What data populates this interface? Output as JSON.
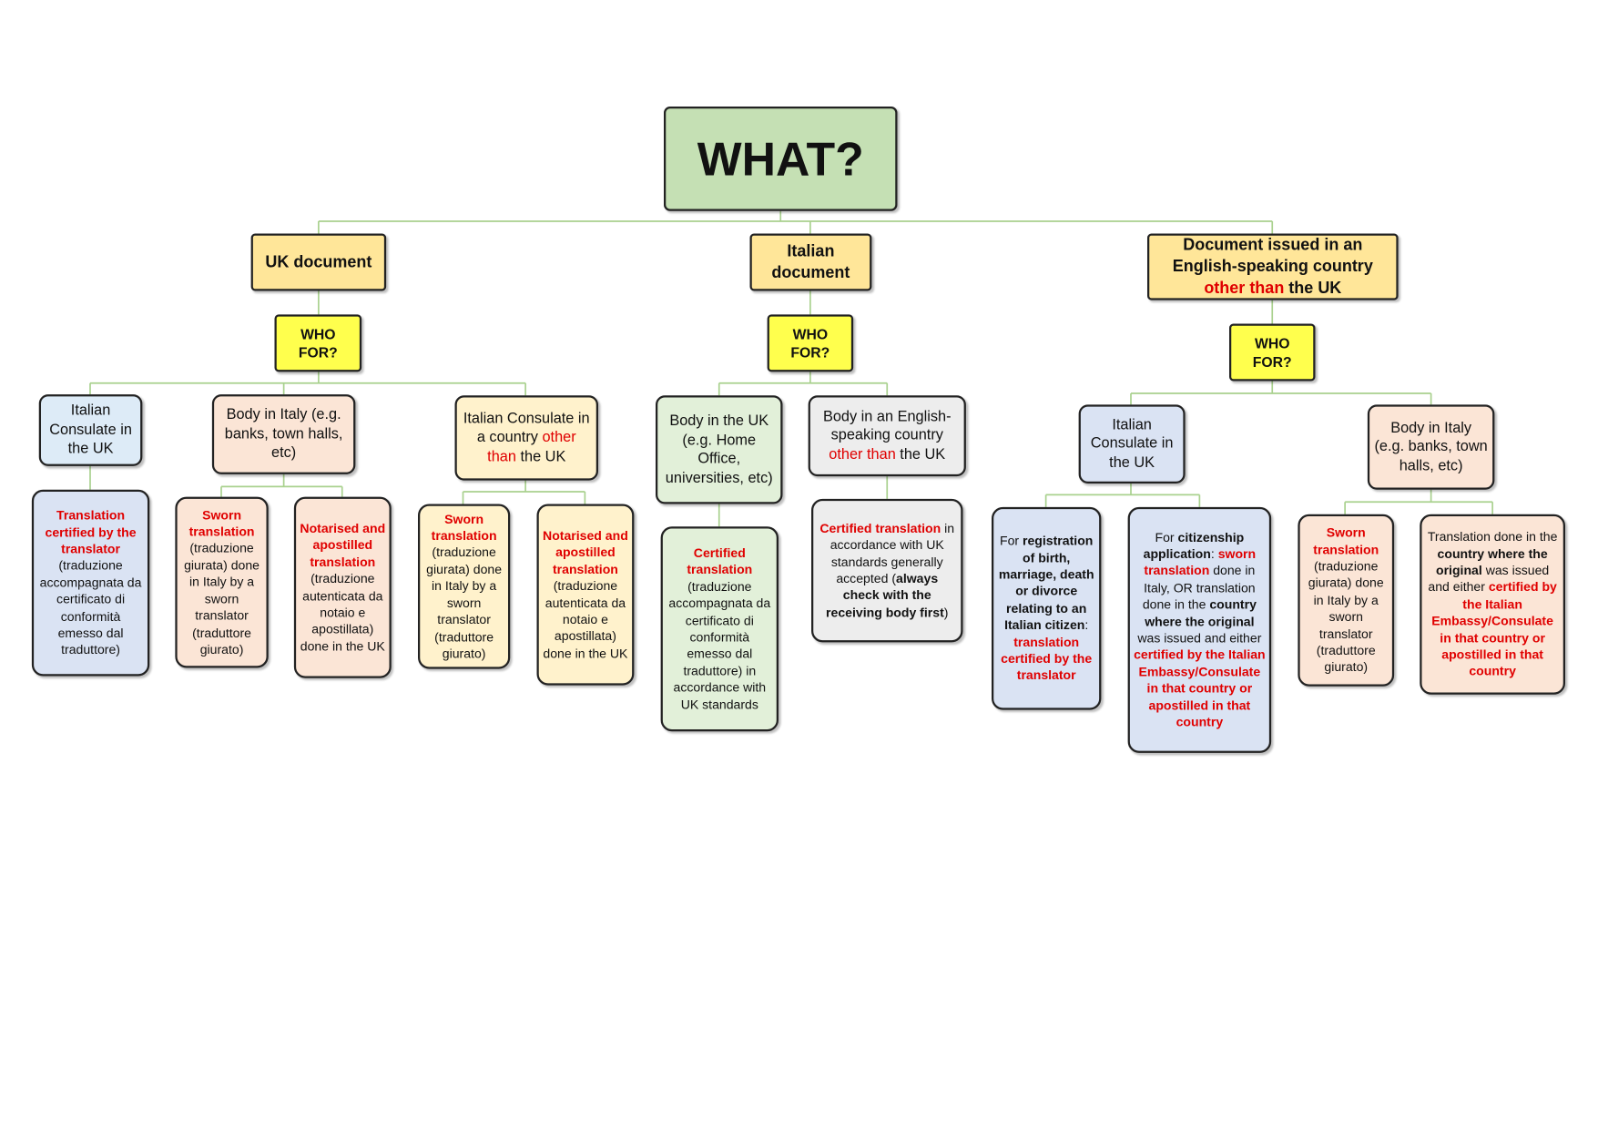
{
  "title": "WHAT?",
  "colors": {
    "connector": "#a9d18e",
    "red": "#e00000",
    "who_for": "#ffff4d"
  },
  "nodes": {
    "uk": [
      {
        "t": "UK document",
        "s": "b"
      }
    ],
    "it": [
      {
        "t": "Italian document",
        "s": "b"
      }
    ],
    "en": [
      {
        "t": "Document issued in an English-speaking country ",
        "s": "b"
      },
      {
        "t": "other than",
        "s": "rb"
      },
      {
        "t": " the UK",
        "s": "b"
      }
    ],
    "w1": [
      {
        "t": "WHO FOR?",
        "s": "b"
      }
    ],
    "w2": [
      {
        "t": "WHO FOR?",
        "s": "b"
      }
    ],
    "w3": [
      {
        "t": "WHO FOR?",
        "s": "b"
      }
    ],
    "a1": [
      {
        "t": "Italian Consulate in the UK",
        "s": "n"
      }
    ],
    "a2": [
      {
        "t": "Body in Italy (e.g. banks, town halls, etc)",
        "s": "n"
      }
    ],
    "a3": [
      {
        "t": "Italian Consulate in a country ",
        "s": "n"
      },
      {
        "t": "other than",
        "s": "r"
      },
      {
        "t": " the UK",
        "s": "n"
      }
    ],
    "b1": [
      {
        "t": "Body in the UK (e.g. Home Office, universities, etc)",
        "s": "n"
      }
    ],
    "b2": [
      {
        "t": "Body in an English-speaking country ",
        "s": "n"
      },
      {
        "t": "other than",
        "s": "r"
      },
      {
        "t": " the UK",
        "s": "n"
      }
    ],
    "c1": [
      {
        "t": "Italian Consulate in the UK",
        "s": "n"
      }
    ],
    "c2": [
      {
        "t": "Body in Italy (e.g. banks, town halls, etc)",
        "s": "n"
      }
    ],
    "l1": [
      {
        "t": "Translation certified by the translator",
        "s": "rb"
      },
      {
        "t": " (traduzione accompagnata da certificato di conformità emesso dal traduttore)",
        "s": "n"
      }
    ],
    "l2": [
      {
        "t": "Sworn translation",
        "s": "rb"
      },
      {
        "t": " (traduzione giurata) done in Italy by a sworn translator (traduttore giurato)",
        "s": "n"
      }
    ],
    "l3": [
      {
        "t": "Notarised and apostilled translation",
        "s": "rb"
      },
      {
        "t": " (traduzione autenticata da notaio e apostillata) done in the UK",
        "s": "n"
      }
    ],
    "l4": [
      {
        "t": "Sworn translation",
        "s": "rb"
      },
      {
        "t": " (traduzione giurata) done in Italy by a sworn translator (traduttore giurato)",
        "s": "n"
      }
    ],
    "l5": [
      {
        "t": "Notarised and apostilled translation",
        "s": "rb"
      },
      {
        "t": " (traduzione autenticata da notaio e apostillata) done in the UK",
        "s": "n"
      }
    ],
    "l6": [
      {
        "t": "Certified translation",
        "s": "rb"
      },
      {
        "t": " (traduzione accompagnata da certificato di conformità emesso dal traduttore) in accordance with UK standards",
        "s": "n"
      }
    ],
    "l7": [
      {
        "t": "Certified translation",
        "s": "rb"
      },
      {
        "t": " in accordance with UK standards generally accepted (",
        "s": "n"
      },
      {
        "t": "always check with the receiving body first",
        "s": "b"
      },
      {
        "t": ")",
        "s": "n"
      }
    ],
    "l8": [
      {
        "t": "For ",
        "s": "n"
      },
      {
        "t": "registration of birth, marriage, death or divorce relating to an Italian citizen",
        "s": "b"
      },
      {
        "t": ": ",
        "s": "n"
      },
      {
        "t": "translation certified by the translator",
        "s": "rb"
      }
    ],
    "l9": [
      {
        "t": "For ",
        "s": "n"
      },
      {
        "t": "citizenship application",
        "s": "b"
      },
      {
        "t": ": ",
        "s": "n"
      },
      {
        "t": "sworn translation",
        "s": "rb"
      },
      {
        "t": " done in Italy, OR translation done in the ",
        "s": "n"
      },
      {
        "t": "country where the original",
        "s": "b"
      },
      {
        "t": " was issued and either ",
        "s": "n"
      },
      {
        "t": "certified by the Italian Embassy/Consulate in that country or apostilled in that country",
        "s": "rb"
      }
    ],
    "l10": [
      {
        "t": "Sworn translation",
        "s": "rb"
      },
      {
        "t": " (traduzione giurata) done in Italy by a sworn translator (traduttore giurato)",
        "s": "n"
      }
    ],
    "l11": [
      {
        "t": "Translation done in the ",
        "s": "n"
      },
      {
        "t": "country where the original",
        "s": "b"
      },
      {
        "t": " was issued and either ",
        "s": "n"
      },
      {
        "t": "certified by the Italian Embassy/Consulate in that country or apostilled in that country",
        "s": "rb"
      }
    ]
  }
}
